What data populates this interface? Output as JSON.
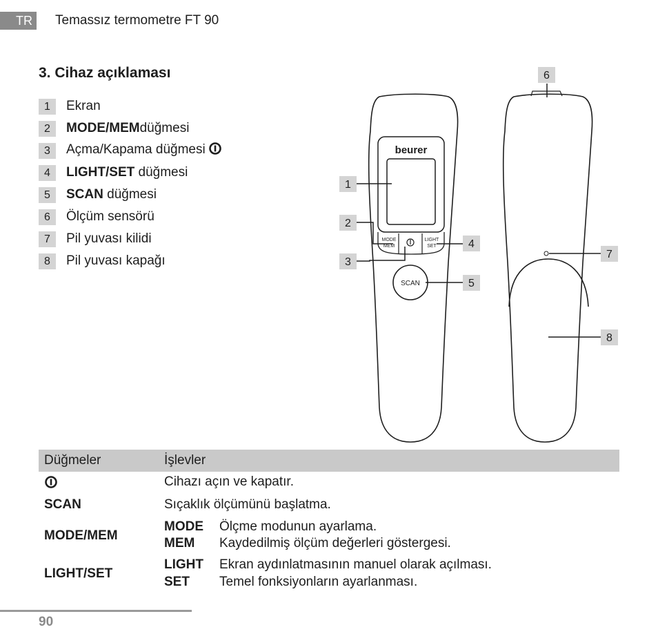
{
  "header": {
    "lang": "TR",
    "title": "Temassız termometre FT 90"
  },
  "section": {
    "title": "3. Cihaz açıklaması"
  },
  "parts": [
    {
      "num": "1",
      "bold": "",
      "text": "Ekran"
    },
    {
      "num": "2",
      "bold": "MODE/MEM",
      "text": "düğmesi"
    },
    {
      "num": "3",
      "bold": "",
      "text": "Açma/Kapama düğmesi"
    },
    {
      "num": "4",
      "bold": "LIGHT/SET",
      "text": " düğmesi"
    },
    {
      "num": "5",
      "bold": "SCAN",
      "text": " düğmesi"
    },
    {
      "num": "6",
      "bold": "",
      "text": "Ölçüm sensörü"
    },
    {
      "num": "7",
      "bold": "",
      "text": "Pil yuvası kilidi"
    },
    {
      "num": "8",
      "bold": "",
      "text": "Pil yuvası kapağı"
    }
  ],
  "diagram": {
    "brand": "beurer",
    "btn_mode": "MODE",
    "btn_mem": "MEM",
    "btn_light": "LIGHT",
    "btn_set": "SET",
    "btn_scan": "SCAN",
    "callouts": [
      "1",
      "2",
      "3",
      "4",
      "5",
      "6",
      "7",
      "8"
    ]
  },
  "table": {
    "col1": "Düğmeler",
    "col2": "İşlevler",
    "rows": {
      "power": {
        "func": "Cihazı açın ve kapatır."
      },
      "scan": {
        "key": "SCAN",
        "func": "Sıçaklık ölçümünü başlatma."
      },
      "mode": {
        "key": "MODE/MEM",
        "sub1": "MODE",
        "func1": "Ölçme modunun ayarlama.",
        "sub2": "MEM",
        "func2": "Kaydedilmiş ölçüm değerleri göstergesi."
      },
      "light": {
        "key": "LIGHT/SET",
        "sub1": "LIGHT",
        "func1": "Ekran aydınlatmasının manuel olarak açılması.",
        "sub2": "SET",
        "func2": "Temel fonksiyonların ayarlanması."
      }
    }
  },
  "footer": {
    "page": "90"
  },
  "icons": {
    "power": "power-icon"
  }
}
